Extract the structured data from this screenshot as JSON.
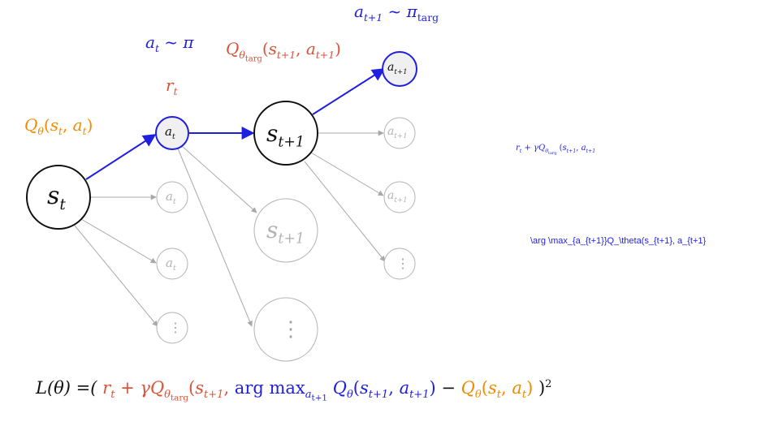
{
  "diagram": {
    "nodes": {
      "st": {
        "base": "s",
        "sub": "t"
      },
      "at_main": {
        "base": "a",
        "sub": "t"
      },
      "at2": {
        "base": "a",
        "sub": "t"
      },
      "at3": {
        "base": "a",
        "sub": "t"
      },
      "dots_left": "⋮",
      "st1_main": {
        "base": "s",
        "sub": "t+1"
      },
      "st1_gray": {
        "base": "s",
        "sub": "t+1"
      },
      "dots_mid": "⋮",
      "at1_main": {
        "base": "a",
        "sub": "t+1"
      },
      "at1_b": {
        "base": "a",
        "sub": "t+1"
      },
      "at1_c": {
        "base": "a",
        "sub": "t+1"
      },
      "dots_right": "⋮"
    },
    "labels": {
      "at_pi": {
        "a": "a",
        "sub": "t",
        "rel": " ~ ",
        "pi": "π"
      },
      "at1_pitarg": {
        "a": "a",
        "sub": "t+1",
        "rel": " ~ ",
        "pi": "π",
        "pisub": "targ"
      },
      "q_targ_label": {
        "Q": "Q",
        "theta": "θ",
        "targ": "targ",
        "open": "(",
        "s": "s",
        "ssub": "t+1",
        "comma": ", ",
        "a": "a",
        "asub": "t+1",
        "close": ")"
      },
      "rt": {
        "r": "r",
        "sub": "t"
      },
      "q_left": {
        "Q": "Q",
        "theta": "θ",
        "open": "(",
        "s": "s",
        "ssub": "t",
        "comma": ", ",
        "a": "a",
        "asub": "t",
        "close": ")"
      },
      "side_target": {
        "r": "r",
        "rsub": "t",
        "plus": " + ",
        "gamma": "γ",
        "Q": "Q",
        "theta": "θ",
        "targ": "targ",
        "open": " (",
        "s": "s",
        "ssub": "t+1",
        "comma": ", ",
        "a": "a",
        "asub": "t+1"
      },
      "side_argmax": "\\arg \\max_{a_{t+1}}Q_\\theta(s_{t+1}, a_{t+1}"
    },
    "equation": {
      "lhs": "L(θ) =(",
      "r": "r",
      "rsub": "t",
      "plus": " + ",
      "gamma": "γ",
      "Q": "Q",
      "theta": "θ",
      "targ": "targ",
      "open": "(",
      "s": "s",
      "ssub": "t+1",
      "comma": ",  ",
      "argmax": "arg max",
      "argsub": "a",
      "argsubsub": "t+1",
      "Q2": " Q",
      "theta2": "θ",
      "open2": "(",
      "s2": "s",
      "s2sub": "t+1",
      "comma2": ", ",
      "a2": "a",
      "a2sub": "t+1",
      "close2": ")",
      "minus": "  − ",
      "Q3": "Q",
      "theta3": "θ",
      "open3": "(",
      "s3": "s",
      "s3sub": "t",
      "comma3": ", ",
      "a3": "a",
      "a3sub": "t",
      "close3": ")",
      "rparen": " )",
      "power": "2"
    },
    "colors": {
      "blue": "#1f1fe0",
      "red": "#d9543a",
      "orange": "#f08c00",
      "black": "#111111",
      "gray": "#b3b3b3",
      "fill_active": "#f0f0f0"
    }
  }
}
